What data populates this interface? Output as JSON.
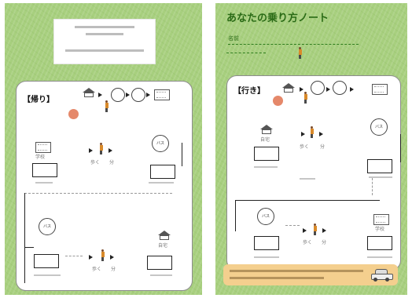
{
  "left_page": {
    "return_panel": {
      "heading": "【帰り】",
      "route": {
        "school_label": "学校",
        "bus_label": "バス",
        "walk_label": "歩く",
        "walk_time_label": "分",
        "home_label": "自宅"
      }
    }
  },
  "right_page": {
    "title": "あなたの乗り方ノート",
    "name_label": "名前",
    "go_panel": {
      "heading": "【行き】",
      "route": {
        "home_label": "自宅",
        "walk_label": "歩く",
        "walk_time_label": "分",
        "bus_label": "バス",
        "school_label": "学校"
      }
    }
  },
  "icons": {
    "house": "house-icon",
    "school": "school-icon",
    "bus_stop": "bus-stop-icon",
    "person": "walking-person-icon",
    "car": "car-icon",
    "arrow": "arrow-icon"
  },
  "colors": {
    "page_green": "#a7cf7e",
    "title_green": "#2a6b16",
    "orange_dot": "#e5886a",
    "info_bar": "#f4cf8e"
  }
}
